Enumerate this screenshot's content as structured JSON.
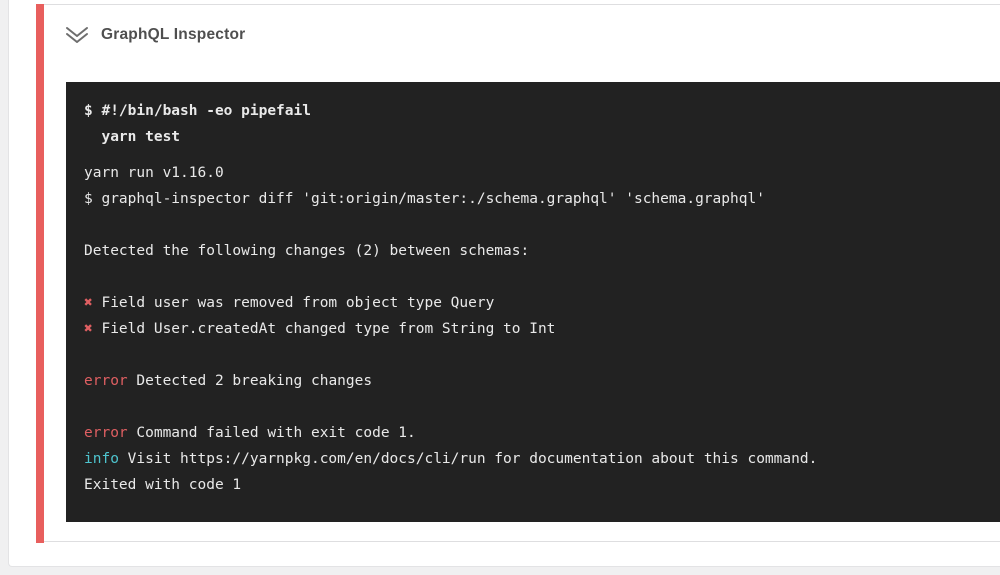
{
  "colors": {
    "accent_red": "#e85f5d",
    "error_red": "#df5f62",
    "info_cyan": "#4ec4ce",
    "terminal_bg": "#222222",
    "terminal_text": "#e9e9e9",
    "title_text": "#4f4f4f"
  },
  "header": {
    "title": "GraphQL Inspector",
    "chevron_icon": "double-chevron-down"
  },
  "terminal": {
    "command_lines": [
      "$ #!/bin/bash -eo pipefail",
      "  yarn test"
    ],
    "output_lines": [
      [
        {
          "t": "yarn run v1.16.0"
        }
      ],
      [
        {
          "t": "$ graphql-inspector diff 'git:origin/master:./schema.graphql' 'schema.graphql'"
        }
      ],
      [],
      [
        {
          "t": "Detected the following changes (2) between schemas:"
        }
      ],
      [],
      [
        {
          "t": "✖",
          "c": "error"
        },
        {
          "t": " Field user was removed from object type Query"
        }
      ],
      [
        {
          "t": "✖",
          "c": "error"
        },
        {
          "t": " Field User.createdAt changed type from String to Int"
        }
      ],
      [],
      [
        {
          "t": "error",
          "c": "error"
        },
        {
          "t": " Detected 2 breaking changes"
        }
      ],
      [],
      [
        {
          "t": "error",
          "c": "error"
        },
        {
          "t": " Command failed with exit code 1."
        }
      ],
      [
        {
          "t": "info",
          "c": "info"
        },
        {
          "t": " Visit https://yarnpkg.com/en/docs/cli/run for documentation about this command."
        }
      ],
      [
        {
          "t": "Exited with code 1"
        }
      ]
    ]
  }
}
